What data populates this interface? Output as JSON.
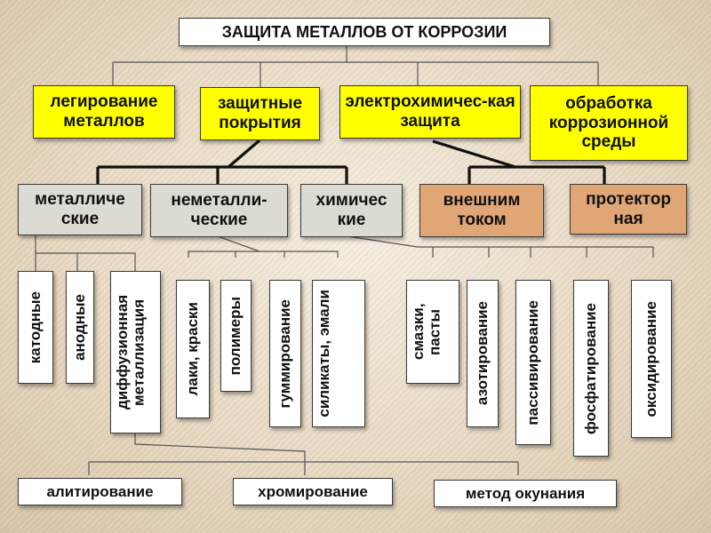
{
  "title": "ЗАЩИТА  МЕТАЛЛОВ ОТ КОРРОЗИИ",
  "level1": {
    "alloying": "легирование металлов",
    "coatings": "защитные покрытия",
    "electrochem": "электрохимичес-кая защита",
    "environment": "обработка коррозионной среды"
  },
  "level2": {
    "metallic": "металличе ские",
    "nonmetallic": "неметалли-ческие",
    "chemical": "химичес кие",
    "external_current": "внешним током",
    "protector": "протектор ная"
  },
  "level3": {
    "cathodic": "катодные",
    "anodic": "анодные",
    "diffusion": "диффузионная металлизация",
    "lacquers": "лаки, краски",
    "polymers": "полимеры",
    "rubber": "гуммирование",
    "silicates": "силикаты, эмали",
    "greases": "смазки, пасты",
    "nitriding": "азотирование",
    "passivation": "пассивирование",
    "phosphating": "фосфатирование",
    "oxidation": "оксидирование"
  },
  "level4": {
    "aluminizing": "алитирование",
    "chroming": "хромирование",
    "dipping": "метод окунания"
  },
  "colors": {
    "yellow": "#ffff00",
    "gray": "#dcdbd3",
    "orange": "#e0a676",
    "white": "#ffffff"
  }
}
